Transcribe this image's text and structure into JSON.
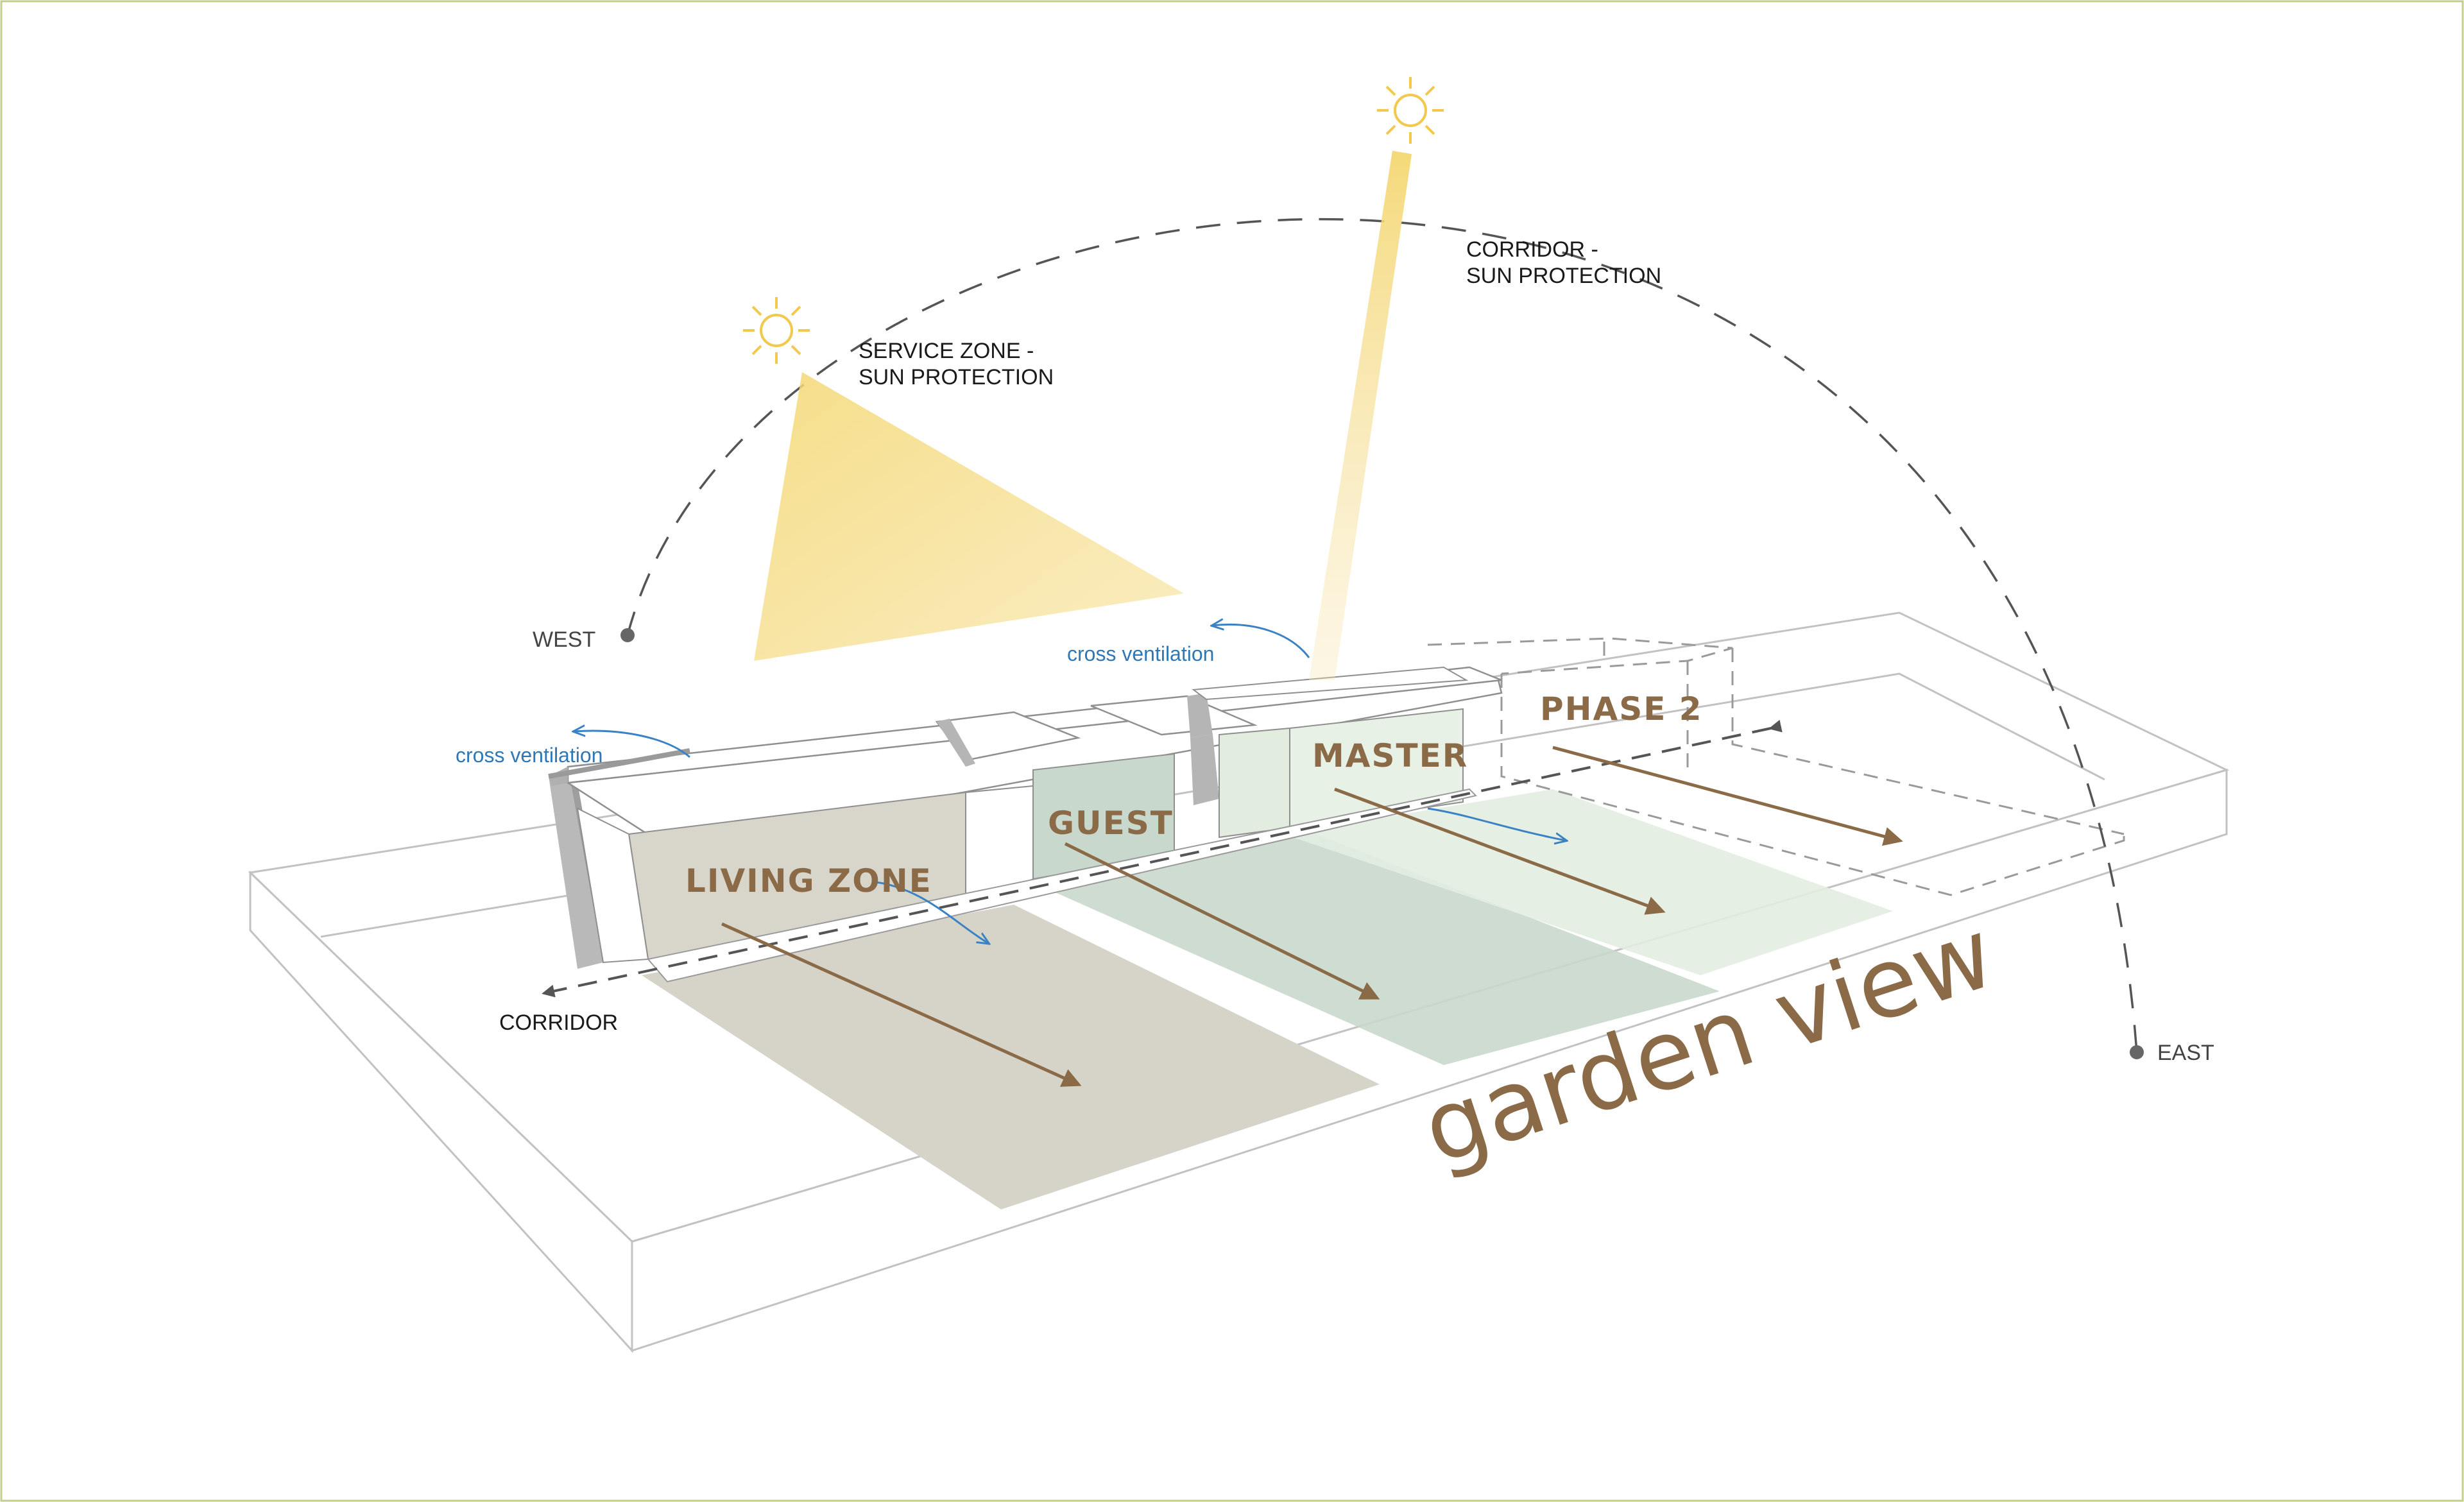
{
  "colors": {
    "outline": "#bdbdbd",
    "wall_grey": "#b9b9b9",
    "sun_yellow": "#f2d67a",
    "ventilation_blue": "#3a82c4",
    "zone_brown": "#8b6a47",
    "living_fill": "#d8d6cb",
    "guest_fill": "#c9d8cc",
    "master_fill": "#e3eee0",
    "corridor_dash": "#555555"
  },
  "compass": {
    "west": "WEST",
    "east": "EAST"
  },
  "annotations": {
    "service_zone_line1": "SERVICE ZONE -",
    "service_zone_line2": "SUN PROTECTION",
    "corridor_sun_line1": "CORRIDOR -",
    "corridor_sun_line2": "SUN PROTECTION",
    "cross_ventilation_left": "cross ventilation",
    "cross_ventilation_top": "cross ventilation",
    "corridor": "CORRIDOR"
  },
  "zones": {
    "living": "LIVING ZONE",
    "guest": "GUEST",
    "master": "MASTER",
    "phase2": "PHASE 2"
  },
  "garden_view": "garden view",
  "icons": [
    "sun-icon",
    "sun-icon",
    "arrow-icon",
    "dot-icon"
  ]
}
